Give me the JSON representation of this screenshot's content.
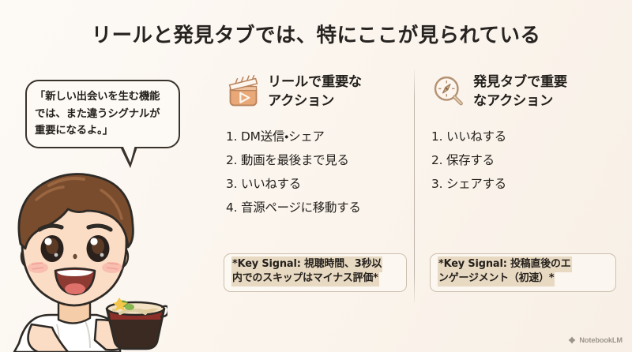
{
  "slide": {
    "title": "リールと発見タブでは、特にここが見られている",
    "background_color": "#fbf5ee",
    "divider_color": "#7a7064"
  },
  "speech_bubble": {
    "text": "「新しい出会いを生む機能\nでは、また違うシグナルが\n重要になるよ。」",
    "border_color": "#3a332c",
    "fill_color": "#fdfaf5"
  },
  "character": {
    "description": "boy-with-udon-bowl",
    "hair_color": "#7a4c2e",
    "skin_color": "#fbdcc4",
    "shirt_color": "#ffffff",
    "bowl_color": "#3a2a22",
    "noodle_color": "#f3e3c4"
  },
  "columns": [
    {
      "id": "reels",
      "icon": "clapperboard-icon",
      "icon_color": "#e0a97d",
      "title": "リールで重要な\nアクション",
      "items": [
        {
          "num": "1.",
          "text": "DM送信・シェア"
        },
        {
          "num": "2.",
          "text": "動画を最後まで見る"
        },
        {
          "num": "3.",
          "text": "いいねする"
        },
        {
          "num": "4.",
          "text": "音源ページに移動する"
        }
      ],
      "key_signal": {
        "lines": [
          "*Key Signal: 視聴時間、3秒以",
          "内でのスキップはマイナス評価*"
        ],
        "highlight_color": "#e8d9c2"
      }
    },
    {
      "id": "explore",
      "icon": "compass-magnifier-icon",
      "icon_color": "#b79a76",
      "title": "発見タブで重要\nなアクション",
      "items": [
        {
          "num": "1.",
          "text": "いいねする"
        },
        {
          "num": "2.",
          "text": "保存する"
        },
        {
          "num": "3.",
          "text": "シェアする"
        }
      ],
      "key_signal": {
        "lines": [
          "*Key Signal: 投稿直後のエ",
          "ンゲージメント（初速）*"
        ],
        "highlight_color": "#e8d9c2"
      }
    }
  ],
  "watermark": {
    "icon": "notebooklm-icon",
    "label": "NotebookLM"
  }
}
